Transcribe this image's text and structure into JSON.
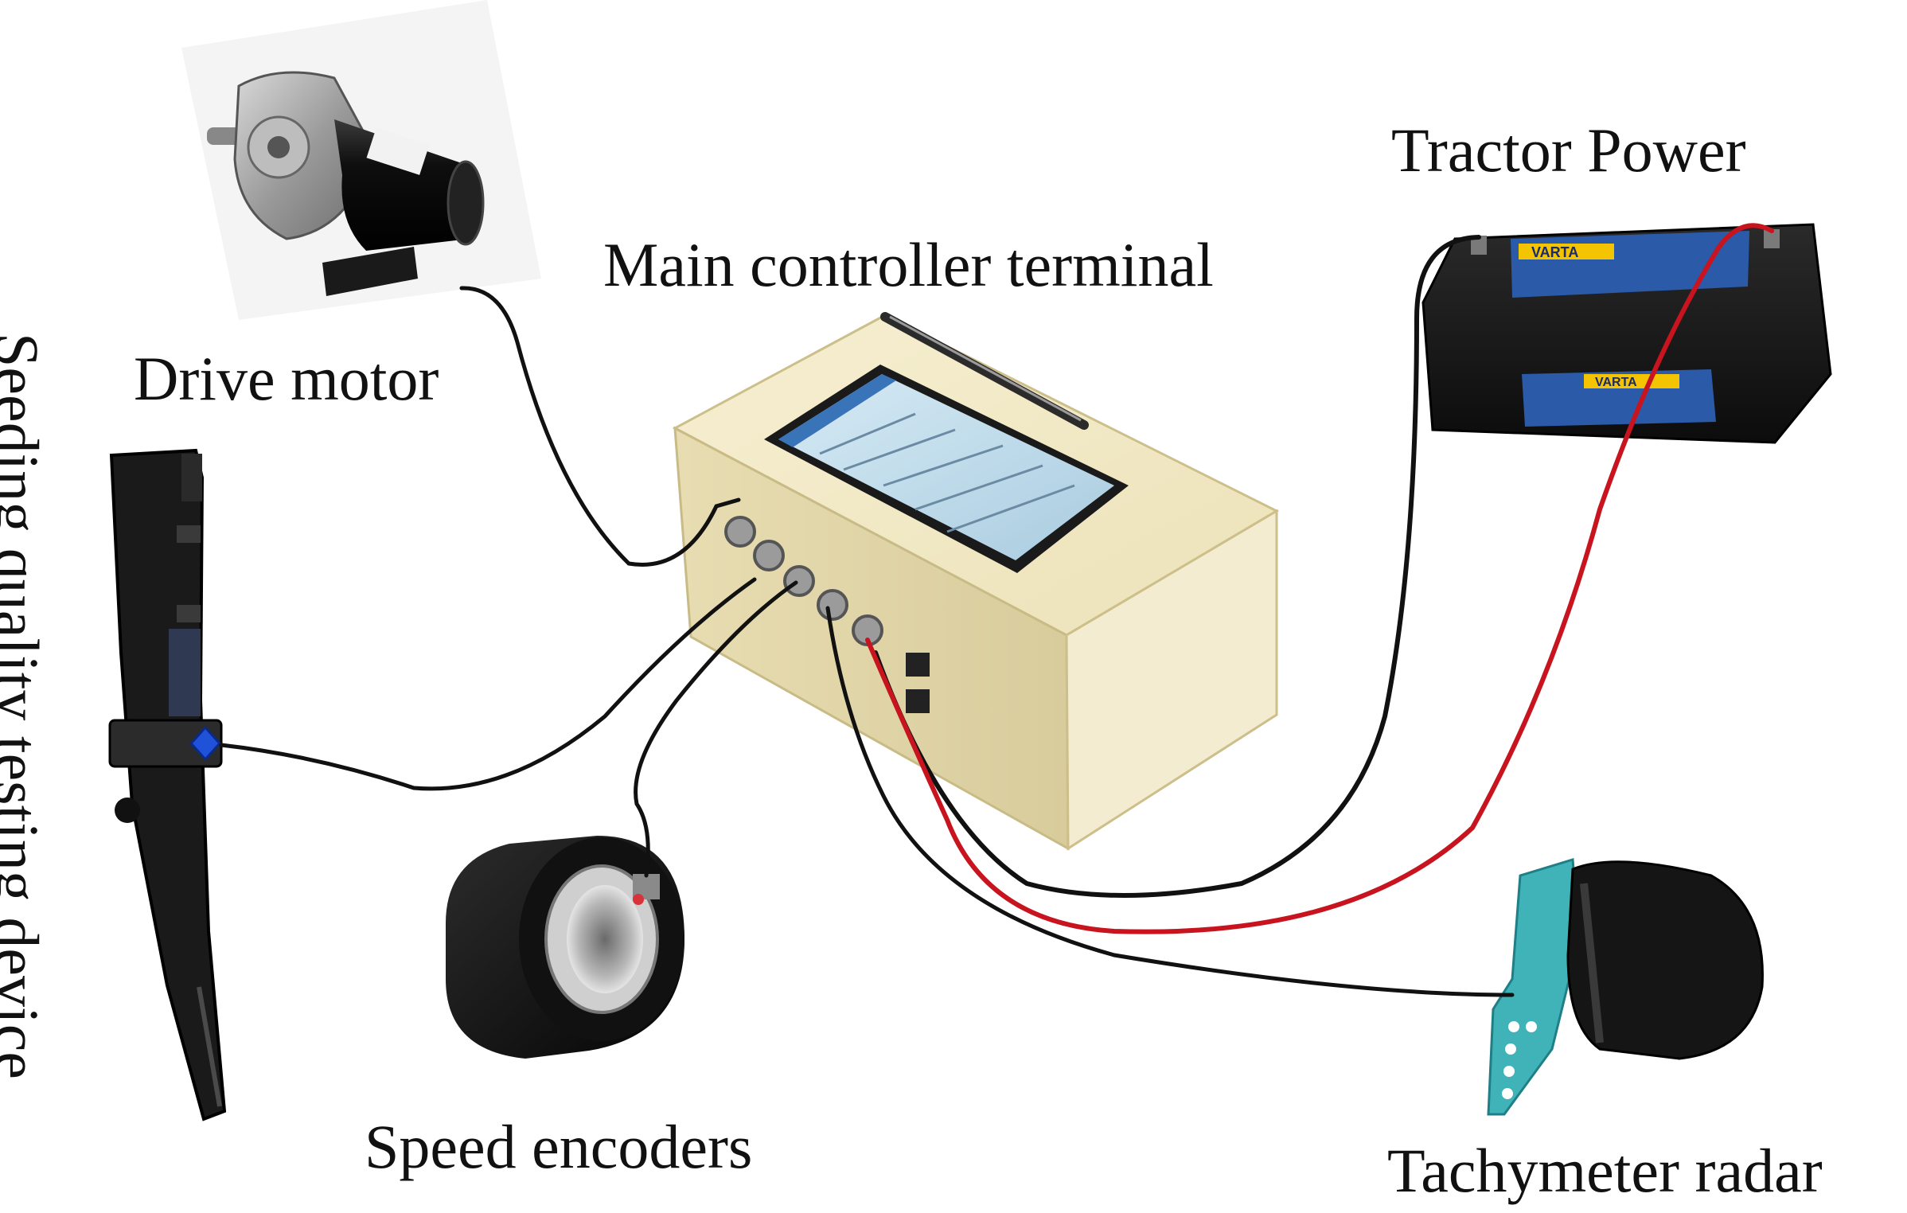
{
  "diagram": {
    "labels": {
      "drive_motor": "Drive motor",
      "main_controller": "Main controller terminal",
      "tractor_power": "Tractor Power",
      "seeding_device": "Seeding quality testing device",
      "speed_encoders": "Speed encoders",
      "tachymeter_radar": "Tachymeter radar"
    },
    "battery_brand": "VARTA",
    "colors": {
      "cable_black": "#111111",
      "cable_red": "#c8141e",
      "controller_body": "#efe6c2",
      "screen": "#bcd9ea",
      "radar_bracket": "#3fb3b8",
      "battery_label": "#2a5aa8"
    }
  }
}
